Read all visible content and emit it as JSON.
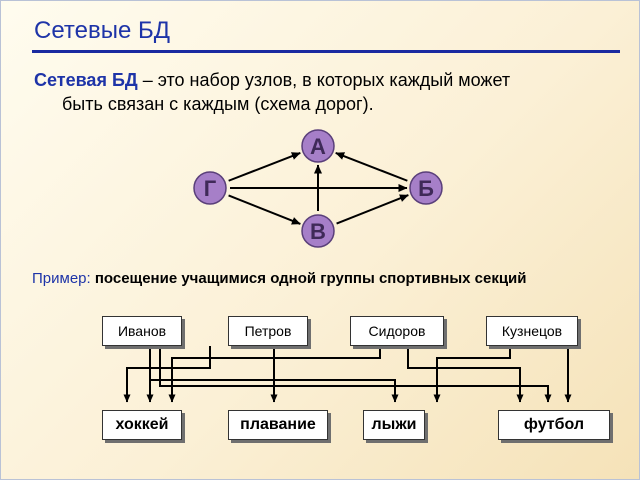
{
  "slide": {
    "title": "Сетевые БД",
    "definition_term": "Сетевая БД",
    "definition_line1": " – это набор узлов, в которых каждый может",
    "definition_line2": "быть связан с каждым (схема дорог).",
    "example_label": "Пример: ",
    "example_text": "посещение учащимися одной группы спортивных секций"
  },
  "graph": {
    "nodes": [
      {
        "id": "A",
        "label": "А"
      },
      {
        "id": "B",
        "label": "Б"
      },
      {
        "id": "V",
        "label": "В"
      },
      {
        "id": "G",
        "label": "Г"
      }
    ],
    "edges": [
      {
        "from": "G",
        "to": "A"
      },
      {
        "from": "G",
        "to": "V"
      },
      {
        "from": "G",
        "to": "B"
      },
      {
        "from": "V",
        "to": "A"
      },
      {
        "from": "V",
        "to": "B"
      },
      {
        "from": "B",
        "to": "A"
      }
    ],
    "node_color": "#a67fc8"
  },
  "students": [
    "Иванов",
    "Петров",
    "Сидоров",
    "Кузнецов"
  ],
  "sections": [
    "хоккей",
    "плавание",
    "лыжи",
    "футбол"
  ],
  "links": [
    {
      "student": "Иванов",
      "section": "хоккей"
    },
    {
      "student": "Иванов",
      "section": "лыжи"
    },
    {
      "student": "Иванов",
      "section": "футбол"
    },
    {
      "student": "Петров",
      "section": "хоккей"
    },
    {
      "student": "Петров",
      "section": "плавание"
    },
    {
      "student": "Сидоров",
      "section": "хоккей"
    },
    {
      "student": "Сидоров",
      "section": "футбол"
    },
    {
      "student": "Кузнецов",
      "section": "лыжи"
    },
    {
      "student": "Кузнецов",
      "section": "футбол"
    }
  ]
}
